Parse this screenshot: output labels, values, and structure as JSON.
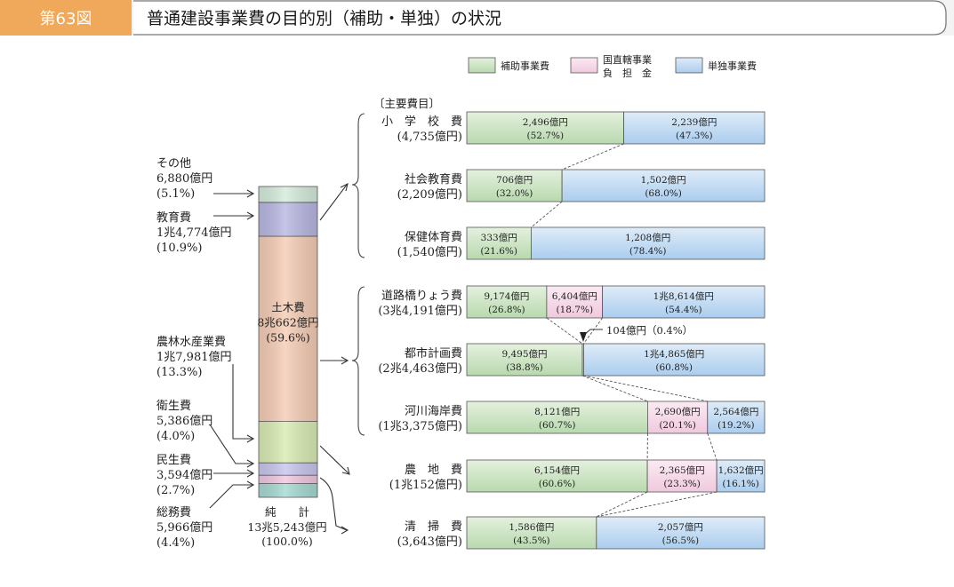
{
  "header": {
    "badge": "第63図",
    "title": "普通建設事業費の目的別（補助・単独）の状況"
  },
  "legend": {
    "hojo": "補助事業費",
    "kokuchoku_line1": "国直轄事業",
    "kokuchoku_line2": "負　担　金",
    "tandoku": "単独事業費"
  },
  "colors": {
    "hojo": "#cfe6c6",
    "kokuchoku": "#f7dcea",
    "tandoku": "#c9e0f4",
    "doboku": "#f5cdb6",
    "kyoiku": "#b9b8e2",
    "sonota": "#d5ecdc",
    "norin": "#d9ecb4",
    "eisei": "#c8c6ee",
    "minsei": "#f1c8e1",
    "somu": "#a6d9d1",
    "accent": "#f0a85b"
  },
  "chart_data": [
    {
      "type": "bar",
      "title": "",
      "total": {
        "name": "純　　計",
        "value": "13兆5,243億円",
        "pct": "(100.0%)"
      },
      "segments": [
        {
          "key": "somu",
          "name": "総務費",
          "value": "5,966億円",
          "pct": "(4.4%)",
          "share": 4.4
        },
        {
          "key": "minsei",
          "name": "民生費",
          "value": "3,594億円",
          "pct": "(2.7%)",
          "share": 2.7
        },
        {
          "key": "eisei",
          "name": "衛生費",
          "value": "5,386億円",
          "pct": "(4.0%)",
          "share": 4.0
        },
        {
          "key": "norin",
          "name": "農林水産業費",
          "value": "1兆7,981億円",
          "pct": "(13.3%)",
          "share": 13.3
        },
        {
          "key": "doboku",
          "name": "土木費",
          "value": "8兆662億円",
          "pct": "(59.6%)",
          "share": 59.6
        },
        {
          "key": "kyoiku",
          "name": "教育費",
          "value": "1兆4,774億円",
          "pct": "(10.9%)",
          "share": 10.9
        },
        {
          "key": "sonota",
          "name": "その他",
          "value": "6,880億円",
          "pct": "(5.1%)",
          "share": 5.1
        }
      ]
    },
    {
      "type": "bar",
      "title": "〔主要費目〕",
      "series_names": [
        "補助事業費",
        "国直轄事業負担金",
        "単独事業費"
      ],
      "rows": [
        {
          "name": "小　学　校　費",
          "total": "(4,735億円)",
          "parts": [
            {
              "s": "hojo",
              "v": 2496,
              "label": "2,496億円",
              "pct": "(52.7%)",
              "share": 52.7
            },
            {
              "s": "tandoku",
              "v": 2239,
              "label": "2,239億円",
              "pct": "(47.3%)",
              "share": 47.3
            }
          ]
        },
        {
          "name": "社会教育費",
          "total": "(2,209億円)",
          "parts": [
            {
              "s": "hojo",
              "v": 706,
              "label": "706億円",
              "pct": "(32.0%)",
              "share": 32.0
            },
            {
              "s": "tandoku",
              "v": 1502,
              "label": "1,502億円",
              "pct": "(68.0%)",
              "share": 68.0
            }
          ]
        },
        {
          "name": "保健体育費",
          "total": "(1,540億円)",
          "parts": [
            {
              "s": "hojo",
              "v": 333,
              "label": "333億円",
              "pct": "(21.6%)",
              "share": 21.6
            },
            {
              "s": "tandoku",
              "v": 1208,
              "label": "1,208億円",
              "pct": "(78.4%)",
              "share": 78.4
            }
          ]
        },
        {
          "name": "道路橋りょう費",
          "total": "(3兆4,191億円)",
          "parts": [
            {
              "s": "hojo",
              "v": 9174,
              "label": "9,174億円",
              "pct": "(26.8%)",
              "share": 26.8
            },
            {
              "s": "kokuchoku",
              "v": 6404,
              "label": "6,404億円",
              "pct": "(18.7%)",
              "share": 18.7
            },
            {
              "s": "tandoku",
              "v": 18614,
              "label": "1兆8,614億円",
              "pct": "(54.4%)",
              "share": 54.4
            }
          ]
        },
        {
          "name": "都市計画費",
          "total": "(2兆4,463億円)",
          "parts": [
            {
              "s": "hojo",
              "v": 9495,
              "label": "9,495億円",
              "pct": "(38.8%)",
              "share": 38.8
            },
            {
              "s": "kokuchoku",
              "v": 104,
              "label": "",
              "pct": "",
              "share": 0.4
            },
            {
              "s": "tandoku",
              "v": 14865,
              "label": "1兆4,865億円",
              "pct": "(60.8%)",
              "share": 60.8
            }
          ],
          "callout": "104億円（0.4%）"
        },
        {
          "name": "河川海岸費",
          "total": "(1兆3,375億円)",
          "parts": [
            {
              "s": "hojo",
              "v": 8121,
              "label": "8,121億円",
              "pct": "(60.7%)",
              "share": 60.7
            },
            {
              "s": "kokuchoku",
              "v": 2690,
              "label": "2,690億円",
              "pct": "(20.1%)",
              "share": 20.1
            },
            {
              "s": "tandoku",
              "v": 2564,
              "label": "2,564億円",
              "pct": "(19.2%)",
              "share": 19.2
            }
          ]
        },
        {
          "name": "農　地　費",
          "total": "(1兆152億円)",
          "parts": [
            {
              "s": "hojo",
              "v": 6154,
              "label": "6,154億円",
              "pct": "(60.6%)",
              "share": 60.6
            },
            {
              "s": "kokuchoku",
              "v": 2365,
              "label": "2,365億円",
              "pct": "(23.3%)",
              "share": 23.3
            },
            {
              "s": "tandoku",
              "v": 1632,
              "label": "1,632億円",
              "pct": "(16.1%)",
              "share": 16.1
            }
          ]
        },
        {
          "name": "清　掃　費",
          "total": "(3,643億円)",
          "parts": [
            {
              "s": "hojo",
              "v": 1586,
              "label": "1,586億円",
              "pct": "(43.5%)",
              "share": 43.5
            },
            {
              "s": "tandoku",
              "v": 2057,
              "label": "2,057億円",
              "pct": "(56.5%)",
              "share": 56.5
            }
          ]
        }
      ]
    }
  ]
}
